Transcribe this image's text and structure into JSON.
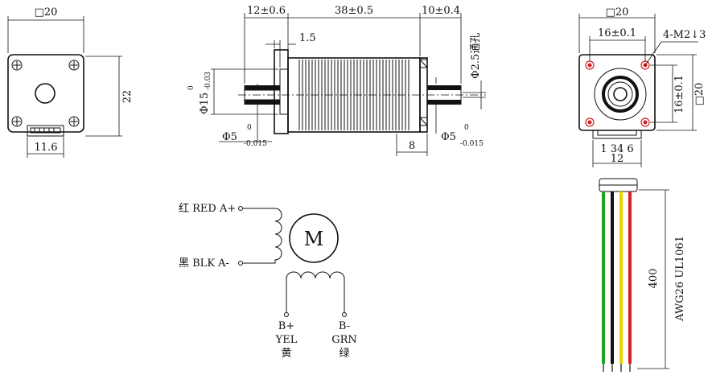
{
  "front_view": {
    "width_label": "□20",
    "height_label": "22",
    "connector_label": "11.6"
  },
  "side_view": {
    "len_left_label": "12±0.6",
    "len_body_label": "38±0.5",
    "len_right_label": "10±0.4",
    "step_label": "1.5",
    "boss_dia_label": "Φ15",
    "boss_tol_upper": "0",
    "boss_tol_lower": "-0.03",
    "shaft_dia_left_label": "Φ5",
    "shaft_tol_left_upper": "0",
    "shaft_tol_left_lower": "-0.015",
    "shaft_dia_right_label": "Φ5",
    "shaft_tol_right_upper": "0",
    "shaft_tol_right_lower": "-0.015",
    "hole_label": "Φ2.5通孔",
    "rear_length_label": "8"
  },
  "end_view": {
    "width_label": "□20",
    "hole_spacing_h_label": "16±0.1",
    "hole_spacing_v_label": "16±0.1",
    "screw_label": "4-M2↓3",
    "side_label": "□20",
    "pin_label": "1 34 6",
    "connector_width_label": "12"
  },
  "wiring": {
    "a_plus": "红 RED A+",
    "a_minus": "黑 BLK A-",
    "motor_symbol": "M",
    "b_plus_code": "B+",
    "b_plus_color": "YEL",
    "b_plus_cn": "黄",
    "b_minus_code": "B-",
    "b_minus_color": "GRN",
    "b_minus_cn": "绿"
  },
  "cable": {
    "length_label": "400",
    "spec_label": "AWG26 UL1061",
    "wire_colors": [
      "#1ea51e",
      "#111111",
      "#e6d400",
      "#d42020"
    ]
  }
}
